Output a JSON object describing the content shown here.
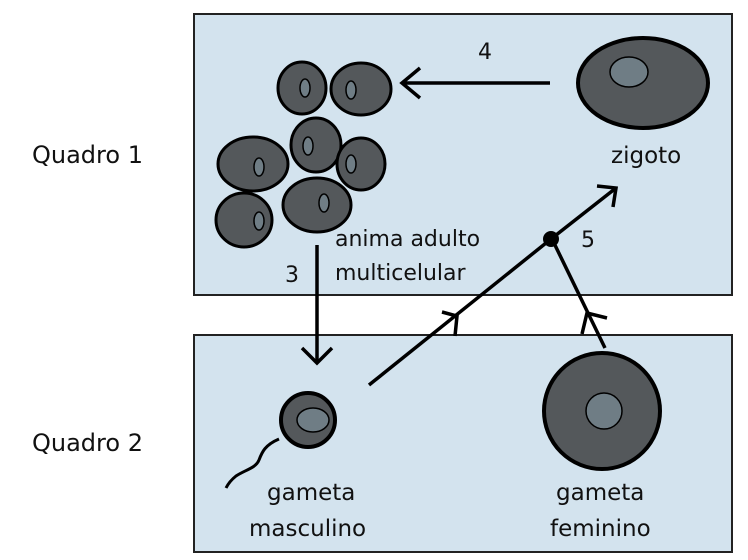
{
  "colors": {
    "panel_fill": "#d3e3ee",
    "cell_fill": "#54585b",
    "nucleus_fill": "#6f7d85",
    "line": "#000000"
  },
  "panels": {
    "quadro1_label": "Quadro 1",
    "quadro2_label": "Quadro 2"
  },
  "labels": {
    "adult_line1": "anima adulto",
    "adult_line2": "multicelular",
    "zygote": "zigoto",
    "male_gamete_line1": "gameta",
    "male_gamete_line2": "masculino",
    "female_gamete_line1": "gameta",
    "female_gamete_line2": "feminino"
  },
  "steps": {
    "step3": "3",
    "step4": "4",
    "step5": "5"
  }
}
